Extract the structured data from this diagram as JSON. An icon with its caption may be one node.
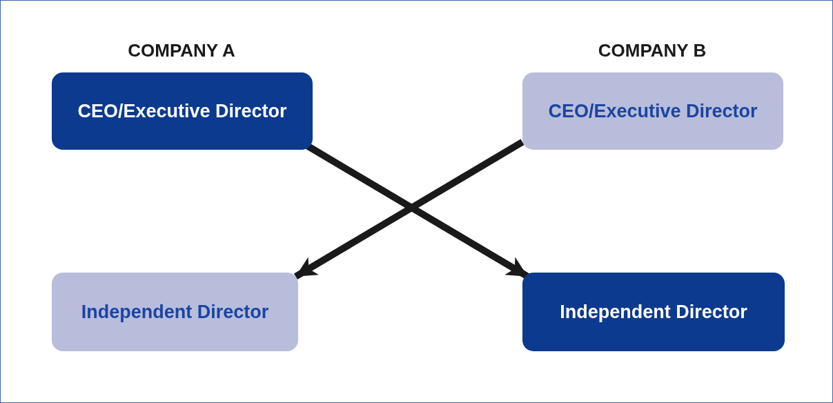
{
  "diagram": {
    "nodes": [
      {
        "text": [
          "CEO/Executive Director"
        ]
      },
      {
        "text": [
          "CEO/Executive Director"
        ]
      },
      {
        "text": [
          "Independent Director"
        ]
      },
      {
        "text": [
          "Independent Director"
        ]
      }
    ],
    "edges": [
      {
        "from": 0,
        "to": 3,
        "arrow": "to"
      },
      {
        "from": 1,
        "to": 2,
        "arrow": "to"
      }
    ],
    "labels": [
      "COMPANY A",
      "COMPANY B"
    ]
  }
}
